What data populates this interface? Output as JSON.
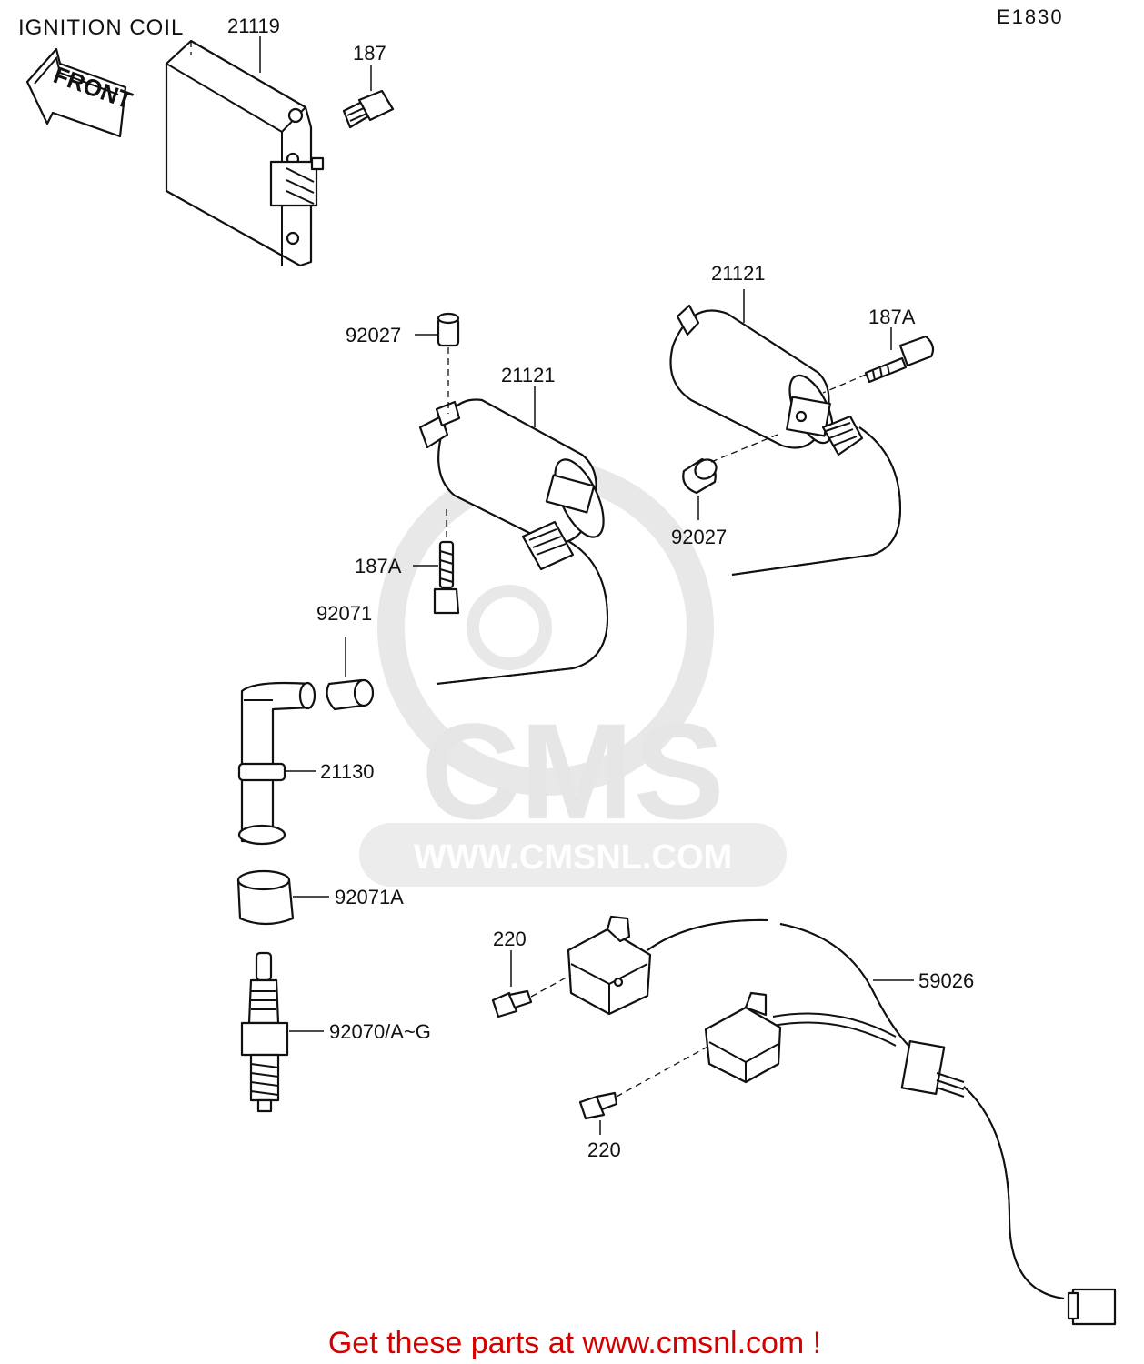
{
  "title": "IGNITION COIL",
  "diagram_code": "E1830",
  "front_arrow_label": "FRONT",
  "watermark": {
    "logo_text": "CMS",
    "url": "WWW.CMSNL.COM"
  },
  "part_labels": {
    "cdi_unit": "21119",
    "cdi_screw": "187",
    "coil_left": "21121",
    "coil_right": "21121",
    "cap_left": "92027",
    "cap_right": "92027",
    "bolt_left": "187A",
    "bolt_right": "187A",
    "seal": "92071",
    "plug_cap": "21130",
    "plug_boot": "92071A",
    "spark_plug": "92070/A~G",
    "screw_upper": "220",
    "screw_lower": "220",
    "harness": "59026"
  },
  "footer": "Get these parts at www.cmsnl.com !"
}
